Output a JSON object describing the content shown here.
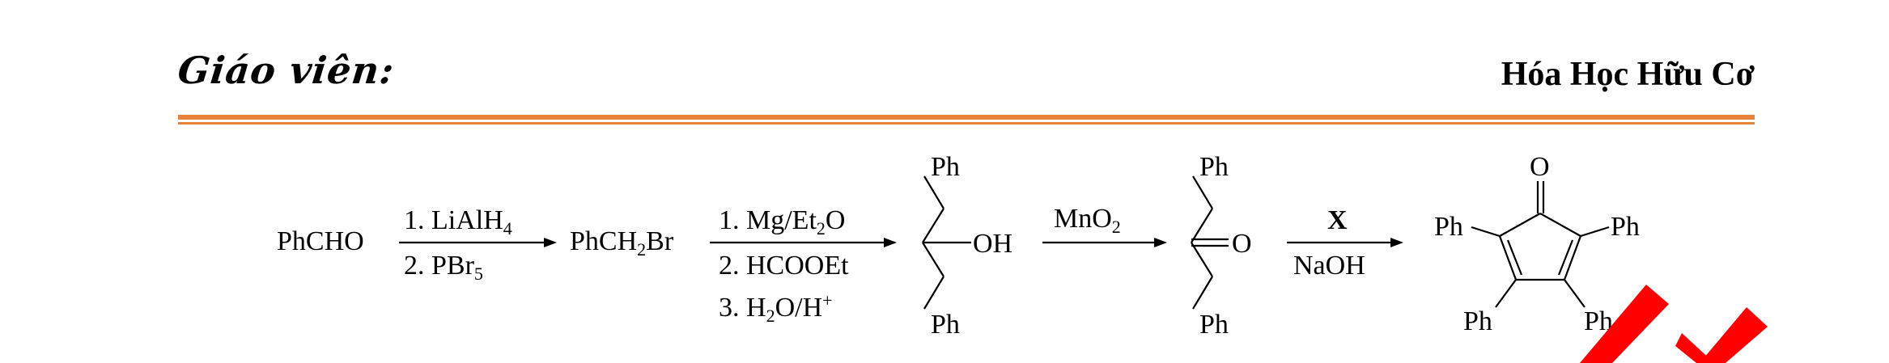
{
  "header": {
    "teacher_label": "Giáo viên:",
    "subject": "Hóa Học Hữu Cơ"
  },
  "scheme": {
    "start": "PhCHO",
    "step1_line1": {
      "main": "1. LiAlH",
      "sub": "4"
    },
    "step1_line2": {
      "main": "2. PBr",
      "sub": "5"
    },
    "product1": {
      "a": "PhCH",
      "sub": "2",
      "b": "Br"
    },
    "step2_line1": {
      "main": "1. Mg/Et",
      "sub": "2",
      "tail": "O"
    },
    "step2_line2": "2. HCOOEt",
    "step2_line3": {
      "a": "3. H",
      "sub": "2",
      "b": "O/H",
      "sup": "+"
    },
    "alcohol": {
      "ph_top": "Ph",
      "oh": "OH",
      "ph_bottom": "Ph"
    },
    "reagent3": {
      "main": "MnO",
      "sub": "2"
    },
    "ketone": {
      "ph_top": "Ph",
      "o": "O",
      "ph_bottom": "Ph"
    },
    "reagent4_top": "X",
    "reagent4_bottom": "NaOH",
    "cyclopentadienone": {
      "o": "O",
      "ph_left": "Ph",
      "ph_right": "Ph",
      "ph_bottom_left": "Ph",
      "ph_bottom_right": "Ph"
    }
  },
  "colors": {
    "rule": "#e8823c",
    "stamp": "#ff0000"
  }
}
